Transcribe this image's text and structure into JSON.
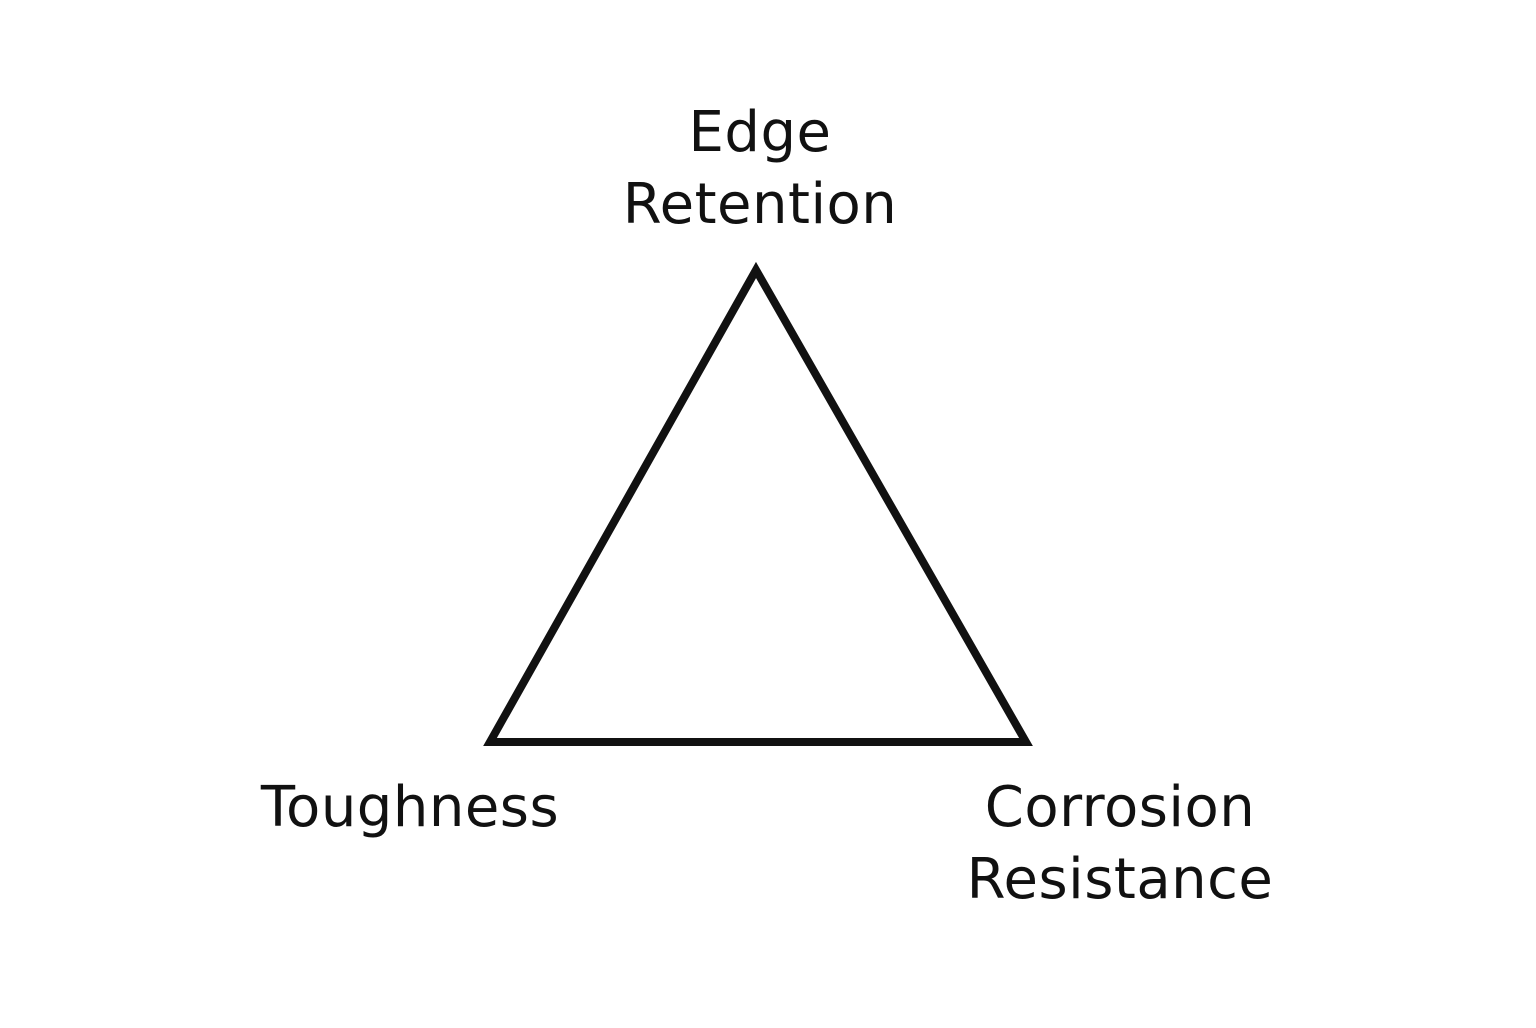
{
  "diagram": {
    "vertices": {
      "top": {
        "line1": "Edge",
        "line2": "Retention"
      },
      "bottom_left": {
        "line1": "Toughness"
      },
      "bottom_right": {
        "line1": "Corrosion",
        "line2": "Resistance"
      }
    },
    "colors": {
      "stroke": "#111111",
      "text": "#111111",
      "background": "#ffffff"
    }
  }
}
